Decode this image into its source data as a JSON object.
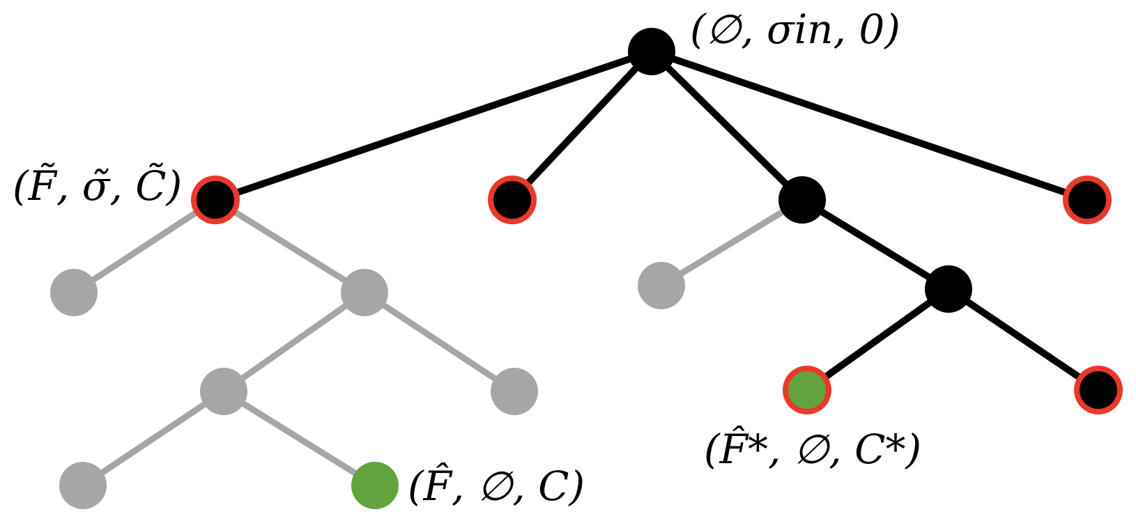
{
  "colors": {
    "active_edge": "#000000",
    "pruned_edge": "#a6a6a6",
    "active_node": "#000000",
    "pruned_node": "#a6a6a6",
    "solution_node": "#63a33f",
    "highlight_ring": "#e8392a"
  },
  "nodes": [
    {
      "id": "root",
      "fill": "active",
      "ring": false
    },
    {
      "id": "n1",
      "fill": "active",
      "ring": true
    },
    {
      "id": "n2",
      "fill": "active",
      "ring": true
    },
    {
      "id": "n3",
      "fill": "active",
      "ring": false
    },
    {
      "id": "n4",
      "fill": "active",
      "ring": true
    },
    {
      "id": "l1",
      "fill": "pruned",
      "ring": false
    },
    {
      "id": "l2",
      "fill": "pruned",
      "ring": false
    },
    {
      "id": "l3",
      "fill": "pruned",
      "ring": false
    },
    {
      "id": "l4",
      "fill": "pruned",
      "ring": false
    },
    {
      "id": "l5",
      "fill": "pruned",
      "ring": false
    },
    {
      "id": "l6",
      "fill": "solution",
      "ring": false
    },
    {
      "id": "r1",
      "fill": "pruned",
      "ring": false
    },
    {
      "id": "r2",
      "fill": "active",
      "ring": false
    },
    {
      "id": "r3",
      "fill": "solution",
      "ring": true
    },
    {
      "id": "r4",
      "fill": "active",
      "ring": true
    }
  ],
  "edges": [
    {
      "from": "root",
      "to": "n1",
      "kind": "active"
    },
    {
      "from": "root",
      "to": "n2",
      "kind": "active"
    },
    {
      "from": "root",
      "to": "n3",
      "kind": "active"
    },
    {
      "from": "root",
      "to": "n4",
      "kind": "active"
    },
    {
      "from": "n1",
      "to": "l1",
      "kind": "pruned"
    },
    {
      "from": "n1",
      "to": "l2",
      "kind": "pruned"
    },
    {
      "from": "l2",
      "to": "l3",
      "kind": "pruned"
    },
    {
      "from": "l2",
      "to": "l4",
      "kind": "pruned"
    },
    {
      "from": "l3",
      "to": "l5",
      "kind": "pruned"
    },
    {
      "from": "l3",
      "to": "l6",
      "kind": "pruned"
    },
    {
      "from": "n3",
      "to": "r1",
      "kind": "pruned"
    },
    {
      "from": "n3",
      "to": "r2",
      "kind": "active"
    },
    {
      "from": "r2",
      "to": "r3",
      "kind": "active"
    },
    {
      "from": "r2",
      "to": "r4",
      "kind": "active"
    }
  ],
  "labels": {
    "root": "(∅, σin, 0)",
    "node_tilde": "(F̃, σ̃, C̃)",
    "solution_left": "(F̂, ∅, C)",
    "solution_right": "(F̂*, ∅, C*)"
  }
}
